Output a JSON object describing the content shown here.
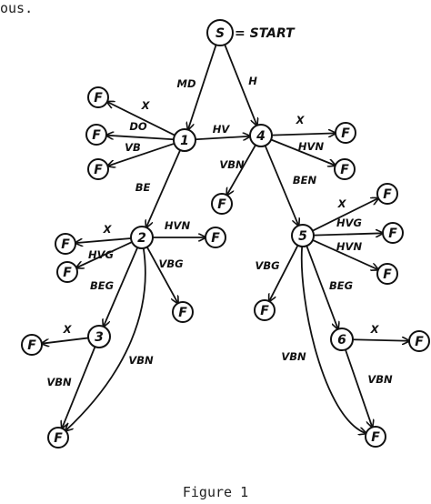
{
  "leading_text": "ous.",
  "caption": "Figure 1",
  "start_annotation": "= START",
  "nodes": {
    "S": "S",
    "n1": "1",
    "n2": "2",
    "n3": "3",
    "n4": "4",
    "n5": "5",
    "n6": "6",
    "F1a": "F",
    "F1b": "F",
    "F1c": "F",
    "F2a": "F",
    "F2b": "F",
    "F2c": "F",
    "F2d": "F",
    "F3": "F",
    "Fb3": "F",
    "F4a": "F",
    "F4b": "F",
    "F4c": "F",
    "F5a": "F",
    "F5b": "F",
    "F5c": "F",
    "F5d": "F",
    "F6": "F",
    "Fb6": "F"
  },
  "edges": {
    "S_n1": "MD",
    "S_n4": "H",
    "n1_F1a": "X",
    "n1_F1b": "DO",
    "n1_F1c": "VB",
    "n1_n4": "HV",
    "n1_n2": "BE",
    "n4_F4a": "X",
    "n4_F4b": "HVN",
    "n4_F4c": "VBN",
    "n4_n5": "BEN",
    "n2_F2a": "X",
    "n2_F2b": "HVG",
    "n2_F2c": "HVN",
    "n2_n3": "BEG",
    "n2_F2d": "VBG",
    "n2_Fb3": "VBN",
    "n3_F3": "X",
    "n3_Fb3": "VBN",
    "n5_F5a": "X",
    "n5_F5b": "HVG",
    "n5_F5c": "HVN",
    "n5_F5d": "VBG",
    "n5_n6": "BEG",
    "n5_Fb6": "VBN",
    "n6_F6": "X",
    "n6_Fb6": "VBN"
  }
}
